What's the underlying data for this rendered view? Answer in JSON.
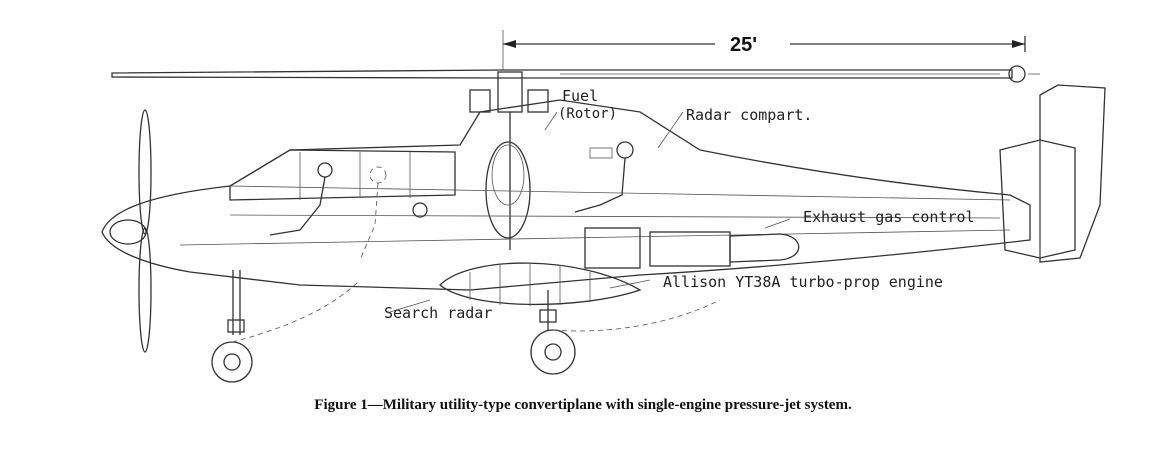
{
  "dimension": {
    "label": "25'"
  },
  "labels": {
    "fuel": "Fuel",
    "rotor": "(Rotor)",
    "radar_compart": "Radar compart.",
    "exhaust": "Exhaust gas control",
    "engine": "Allison YT38A turbo-prop engine",
    "search_radar": "Search radar"
  },
  "caption": "Figure 1—Military utility-type convertiplane with single-engine pressure-jet system."
}
